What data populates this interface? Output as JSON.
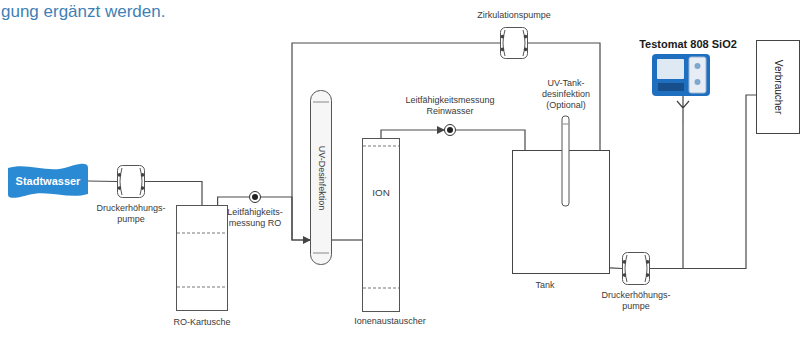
{
  "diagram": {
    "nodes": [
      {
        "text": [
          "Stadtwasser"
        ]
      },
      {
        "text": [
          "Druckerhöhungs- pumpe"
        ]
      },
      {
        "text": [
          "RO-Kartusche"
        ]
      },
      {
        "text": [
          "Leitfähigkeits- messung RO"
        ]
      },
      {
        "text": [
          "UV-Desinfektion"
        ]
      },
      {
        "text": [
          "ION",
          "Ionenaustauscher"
        ]
      },
      {
        "text": [
          "Leitfähigkeitsmessung Reinwasser"
        ]
      },
      {
        "text": [
          "UV-Tank- desinfektion (Optional)",
          "Tank"
        ]
      },
      {
        "text": [
          "Druckerhöhungs- pumpe"
        ]
      },
      {
        "text": [
          "Testomat 808 SiO2"
        ]
      },
      {
        "text": [
          "Verbraucher"
        ]
      },
      {
        "text": [
          "Zirkulationspumpe"
        ]
      }
    ],
    "edges": [
      {
        "from": 0,
        "to": 1,
        "arrow": "none"
      },
      {
        "from": 1,
        "to": 2,
        "arrow": "none"
      },
      {
        "from": 2,
        "to": 3,
        "arrow": "none"
      },
      {
        "from": 3,
        "to": 4,
        "arrow": "none"
      },
      {
        "from": 11,
        "to": 4,
        "arrow": "to"
      },
      {
        "from": 4,
        "to": 5,
        "arrow": "none"
      },
      {
        "from": 5,
        "to": 6,
        "arrow": "to"
      },
      {
        "from": 6,
        "to": 7,
        "arrow": "none"
      },
      {
        "from": 7,
        "to": 8,
        "arrow": "none"
      },
      {
        "from": 8,
        "to": 9,
        "arrow": "none"
      },
      {
        "from": 8,
        "to": 10,
        "arrow": "none"
      },
      {
        "from": 7,
        "to": 11,
        "arrow": "none"
      }
    ],
    "labels": [
      "gung ergänzt werden."
    ]
  }
}
